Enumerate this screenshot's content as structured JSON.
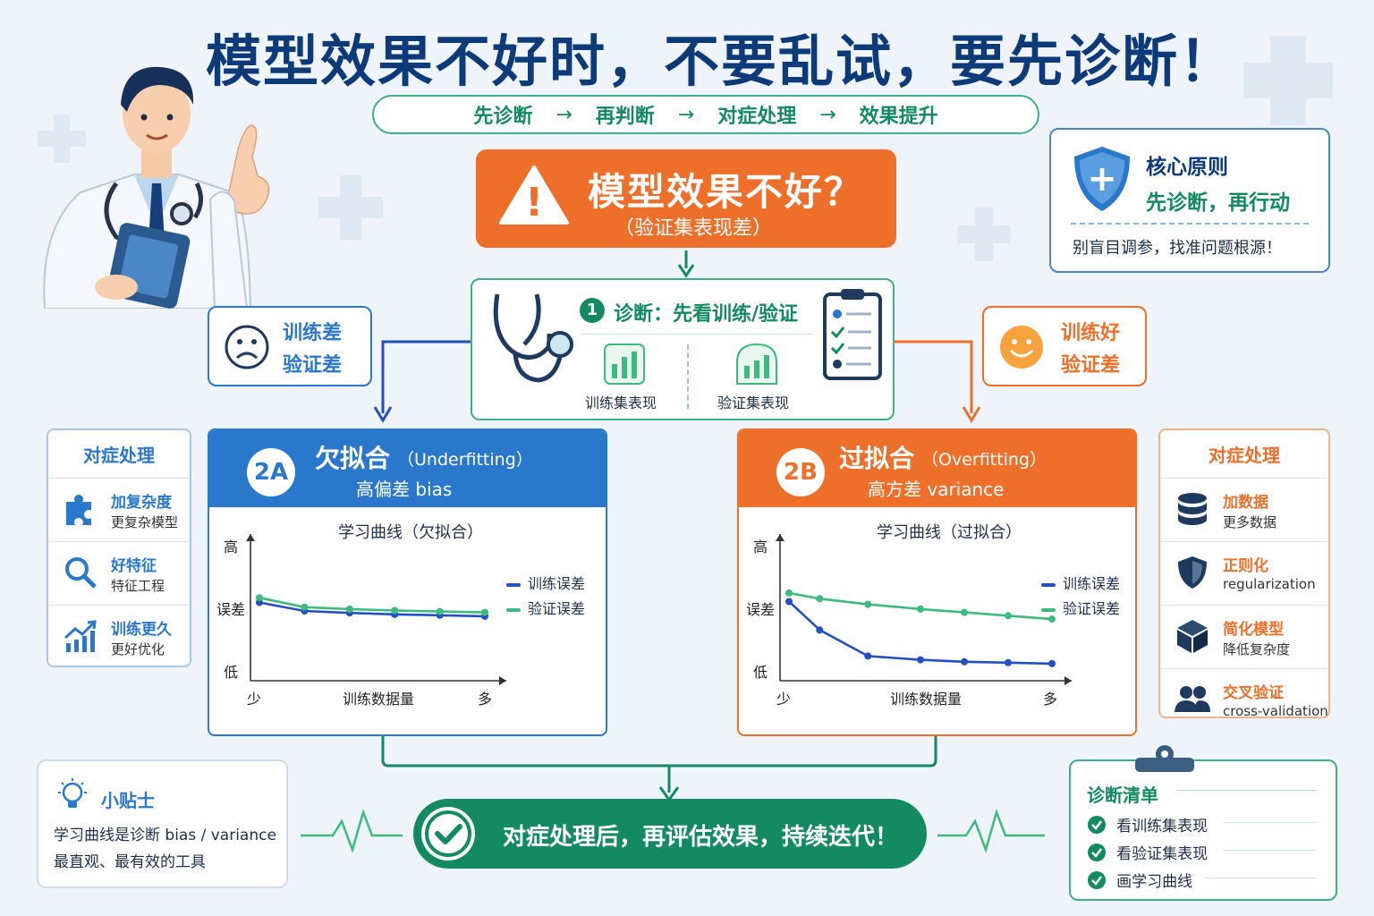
{
  "title": "模型效果不好时，不要乱试，要先诊断！",
  "flow": [
    "先诊断",
    "再判断",
    "对症处理",
    "效果提升"
  ],
  "flow_arrow": "→",
  "problem": {
    "title": "模型效果不好？",
    "subtitle": "（验证集表现差）",
    "icon_char": "!"
  },
  "principle": {
    "label": "核心原则",
    "motto": "先诊断，再行动",
    "note": "别盲目调参，找准问题根源！",
    "icon_char": "+"
  },
  "diagnosis": {
    "step": "1",
    "title": "诊断：先看训练/验证",
    "train_label": "训练集表现",
    "val_label": "验证集表现"
  },
  "symptom_left": {
    "line1": "训练差",
    "line2": "验证差"
  },
  "symptom_right": {
    "line1": "训练好",
    "line2": "验证差"
  },
  "underfit": {
    "badge": "2A",
    "title": "欠拟合",
    "en": "（Underfitting）",
    "sub": "高偏差 bias",
    "chart_title": "学习曲线（欠拟合）"
  },
  "overfit": {
    "badge": "2B",
    "title": "过拟合",
    "en": "（Overfitting）",
    "sub": "高方差 variance",
    "chart_title": "学习曲线（过拟合）"
  },
  "left_fix": {
    "header": "对症处理",
    "items": [
      {
        "a": "加复杂度",
        "b": "更复杂模型"
      },
      {
        "a": "好特征",
        "b": "特征工程"
      },
      {
        "a": "训练更久",
        "b": "更好优化"
      }
    ]
  },
  "right_fix": {
    "header": "对症处理",
    "items": [
      {
        "a": "加数据",
        "b": "更多数据"
      },
      {
        "a": "正则化",
        "b": "regularization"
      },
      {
        "a": "简化模型",
        "b": "降低复杂度"
      },
      {
        "a": "交叉验证",
        "b": "cross-validation"
      }
    ]
  },
  "tip": {
    "title": "小贴士",
    "line1": "学习曲线是诊断 bias / variance",
    "line2": "最直观、最有效的工具"
  },
  "final": {
    "text": "对症处理后，再评估效果，持续迭代！"
  },
  "checklist": {
    "title": "诊断清单",
    "items": [
      "看训练集表现",
      "看验证集表现",
      "画学习曲线"
    ]
  },
  "colors": {
    "blue": "#2a78cc",
    "orange": "#ee6f2a",
    "green": "#138a62",
    "train_line": "#2350c0",
    "val_line": "#3dbb7e"
  },
  "chart_data": [
    {
      "type": "line",
      "title": "学习曲线（欠拟合）",
      "xlabel": "训练数据量",
      "ylabel": "误差",
      "x_tick_labels": [
        "少",
        "多"
      ],
      "y_tick_labels": [
        "低",
        "高"
      ],
      "x": [
        0,
        1,
        2,
        3,
        4,
        5
      ],
      "ylim": [
        0,
        10
      ],
      "legend_position": "right",
      "series": [
        {
          "name": "训练误差",
          "color": "#2350c0",
          "values": [
            7.5,
            6.6,
            6.4,
            6.25,
            6.15,
            6.05
          ]
        },
        {
          "name": "验证误差",
          "color": "#3dbb7e",
          "values": [
            8.0,
            7.0,
            6.8,
            6.65,
            6.55,
            6.45
          ]
        }
      ]
    },
    {
      "type": "line",
      "title": "学习曲线（过拟合）",
      "xlabel": "训练数据量",
      "ylabel": "误差",
      "x_tick_labels": [
        "少",
        "多"
      ],
      "y_tick_labels": [
        "低",
        "高"
      ],
      "x": [
        0,
        0.7,
        1.8,
        3,
        4,
        5,
        6
      ],
      "ylim": [
        0,
        10
      ],
      "legend_position": "right",
      "series": [
        {
          "name": "训练误差",
          "color": "#2350c0",
          "values": [
            7.6,
            4.6,
            1.85,
            1.45,
            1.25,
            1.15,
            1.05
          ]
        },
        {
          "name": "验证误差",
          "color": "#3dbb7e",
          "values": [
            8.5,
            7.9,
            7.3,
            6.8,
            6.45,
            6.1,
            5.75
          ]
        }
      ]
    }
  ]
}
